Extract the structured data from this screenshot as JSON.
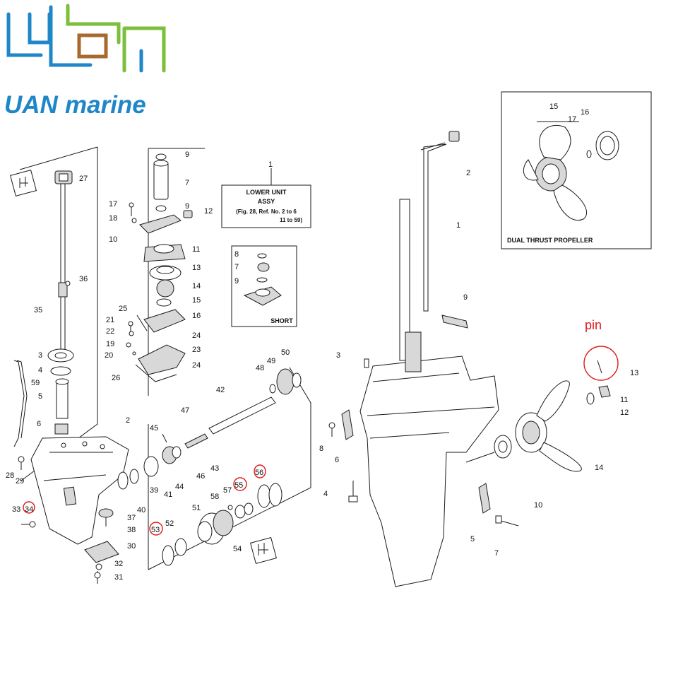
{
  "brand": {
    "name_uan": "UAN",
    "name_marine": "marine",
    "colors": {
      "blue": "#1f86c8",
      "green": "#7bbf3a",
      "brown": "#a86a2c",
      "red": "#e0191c"
    }
  },
  "boxes": {
    "lower_unit": {
      "line1": "LOWER UNIT",
      "line2": "ASSY",
      "line3": "(Fig. 28, Ref. No. 2 to 6",
      "line4": "11 to 59)"
    },
    "short": "SHORT",
    "propeller": "DUAL THRUST PROPELLER"
  },
  "annotation": {
    "pin_label": "pin"
  },
  "labels": {
    "left": [
      "27",
      "36",
      "35",
      "3",
      "4",
      "59",
      "5",
      "6",
      "2",
      "28",
      "29",
      "33",
      "34",
      "37",
      "38",
      "30",
      "32",
      "31"
    ],
    "pump": [
      "9",
      "7",
      "9",
      "12",
      "17",
      "18",
      "10",
      "11",
      "13",
      "14",
      "15",
      "16",
      "21",
      "22",
      "19",
      "20",
      "25",
      "24",
      "23",
      "24",
      "26"
    ],
    "gear": [
      "1",
      "8",
      "7",
      "9",
      "49",
      "50",
      "48",
      "42",
      "47",
      "45",
      "46",
      "43",
      "44",
      "41",
      "39",
      "40",
      "58",
      "57",
      "55",
      "56",
      "51",
      "52",
      "53",
      "54"
    ],
    "right": [
      "2",
      "1",
      "9",
      "3",
      "8",
      "6",
      "4",
      "5",
      "7",
      "10",
      "14",
      "11",
      "12",
      "13",
      "15",
      "16",
      "17"
    ]
  },
  "highlighted_refs": [
    "34",
    "53",
    "55",
    "56",
    "13"
  ]
}
